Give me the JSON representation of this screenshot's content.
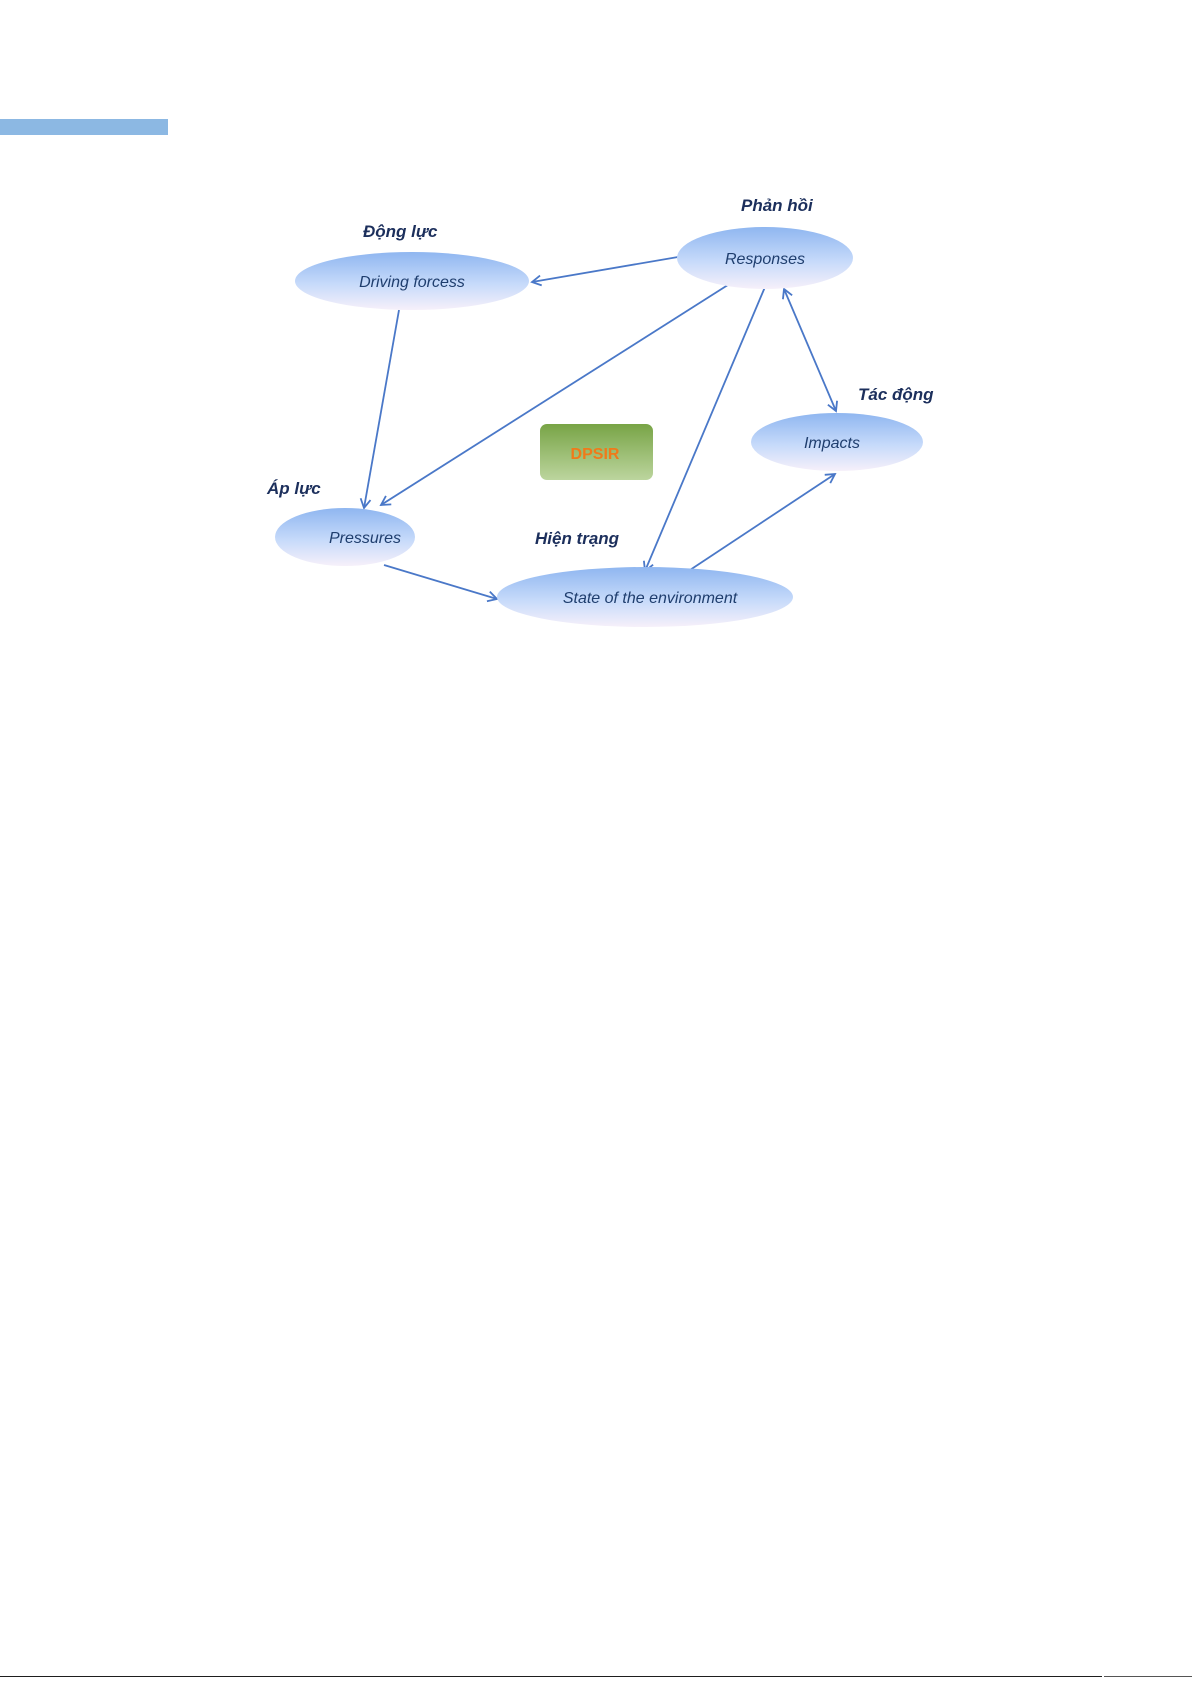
{
  "diagram": {
    "center_label": "DPSIR",
    "nodes": [
      {
        "id": "driving",
        "label": "Driving forcess",
        "caption": "Động lực"
      },
      {
        "id": "responses",
        "label": "Responses",
        "caption": "Phản hồi"
      },
      {
        "id": "impacts",
        "label": "Impacts",
        "caption": "Tác động"
      },
      {
        "id": "pressures",
        "label": "Pressures",
        "caption": "Áp lực"
      },
      {
        "id": "state",
        "label": "State of the environment",
        "caption": "Hiện trạng"
      }
    ],
    "colors": {
      "node_top": "#a8c8f4",
      "node_bottom": "#f3eef8",
      "arrow": "#4a78c8",
      "center_top": "#7faa4d",
      "center_bottom": "#b9d39a",
      "center_text": "#f07a1a",
      "header_bar": "#8cb8e3"
    }
  }
}
